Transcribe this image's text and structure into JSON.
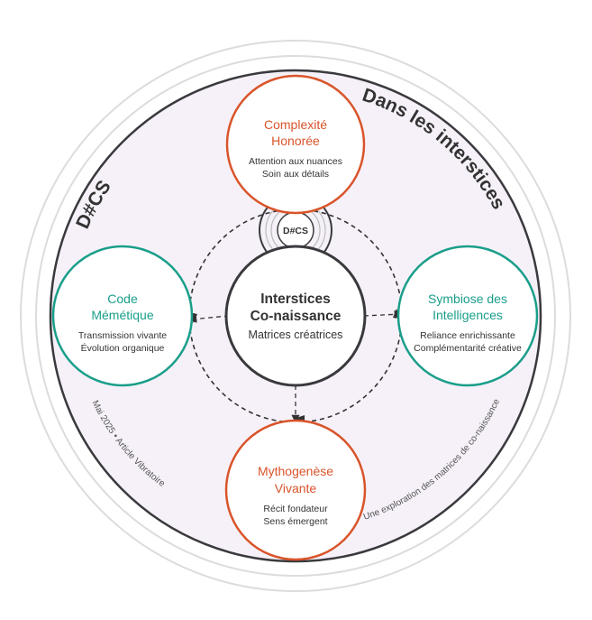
{
  "colors": {
    "background_disc": "#f6f1f8",
    "orange": "#d9542a",
    "teal": "#1a9e8a",
    "dark": "#3a3a3e",
    "ring": "#d6d6d6"
  },
  "arcs": {
    "top_left": "D#CS",
    "top_right": "Dans les interstices",
    "bottom_left": "Mai 2025 • Article Vibratoire",
    "bottom_right": "Une exploration des matrices de co-naissance"
  },
  "center": {
    "title_line1": "Interstices",
    "title_line2": "Co-naissance",
    "subtitle": "Matrices créatrices"
  },
  "badge": {
    "label": "D#CS"
  },
  "nodes": {
    "top": {
      "title_line1": "Complexité",
      "title_line2": "Honorée",
      "sub_line1": "Attention aux nuances",
      "sub_line2": "Soin aux détails",
      "color": "orange"
    },
    "left": {
      "title_line1": "Code",
      "title_line2": "Mémétique",
      "sub_line1": "Transmission vivante",
      "sub_line2": "Évolution organique",
      "color": "teal"
    },
    "right": {
      "title_line1": "Symbiose des",
      "title_line2": "Intelligences",
      "sub_line1": "Reliance enrichissante",
      "sub_line2": "Complémentarité créative",
      "color": "teal"
    },
    "bottom": {
      "title_line1": "Mythogenèse",
      "title_line2": "Vivante",
      "sub_line1": "Récit fondateur",
      "sub_line2": "Sens émergent",
      "color": "orange"
    }
  }
}
